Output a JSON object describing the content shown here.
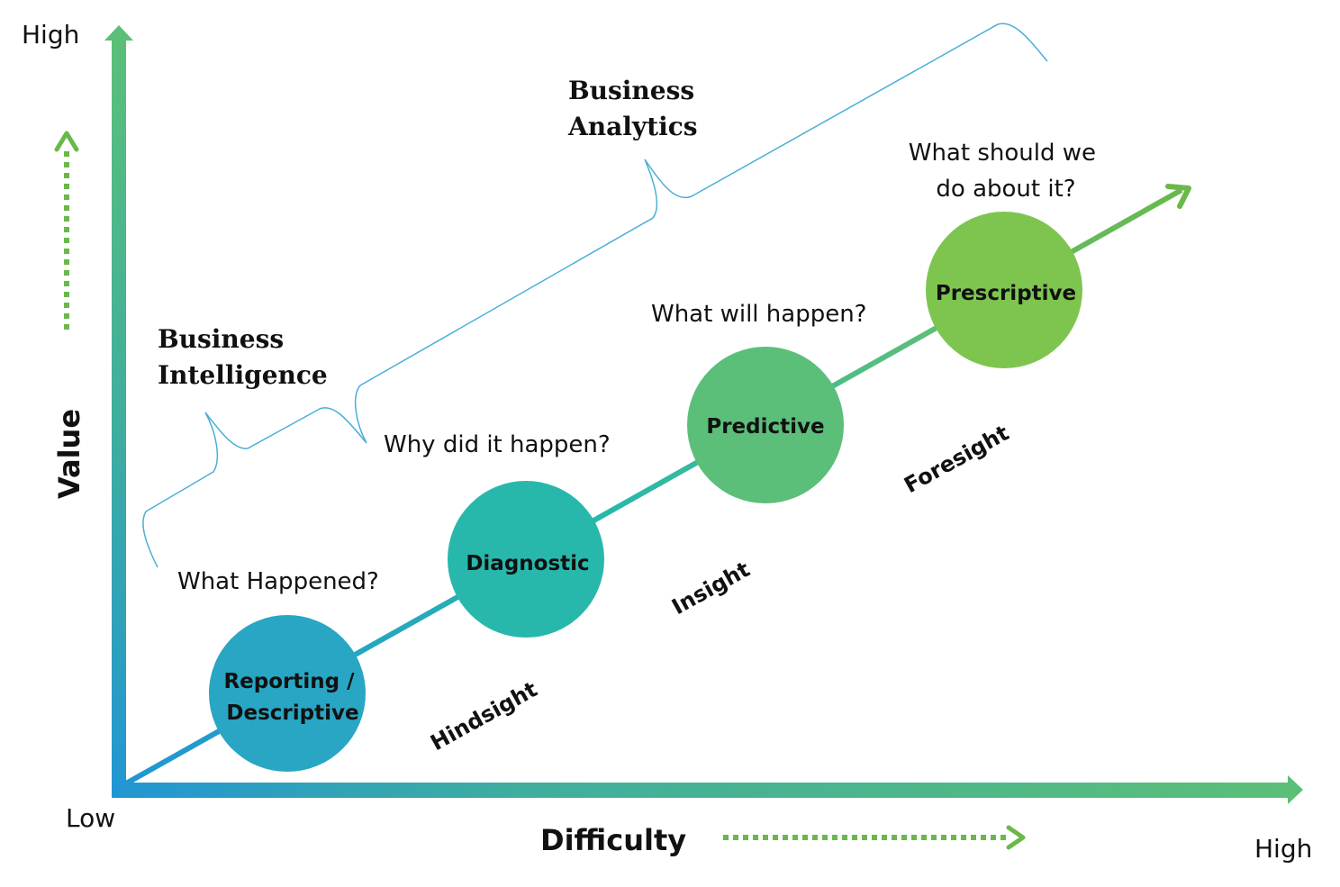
{
  "axes": {
    "y_axis_label": "Value",
    "x_axis_label": "Difficulty",
    "y_high_label": "High",
    "x_high_label": "High",
    "origin_label": "Low"
  },
  "groups": {
    "business_intelligence": [
      "Business",
      "Intelligence"
    ],
    "business_analytics": [
      "Business",
      "Analytics"
    ]
  },
  "stages": [
    {
      "name_lines": [
        "Reporting /",
        "Descriptive"
      ],
      "question_lines": [
        "What Happened?"
      ],
      "color": "#28a6c4"
    },
    {
      "name_lines": [
        "Diagnostic"
      ],
      "question_lines": [
        "Why did it happen?"
      ],
      "color": "#27b8ab"
    },
    {
      "name_lines": [
        "Predictive"
      ],
      "question_lines": [
        "What will happen?"
      ],
      "color": "#5bbf7a"
    },
    {
      "name_lines": [
        "Prescriptive"
      ],
      "question_lines": [
        "What should we",
        "do about it?"
      ],
      "color": "#7ec550"
    }
  ],
  "phases": [
    "Hindsight",
    "Insight",
    "Foresight"
  ],
  "colors": {
    "axis_start": "#2196d3",
    "axis_mid": "#3fae9e",
    "axis_end": "#5bbf78",
    "dotted_arrow": "#6ab84a",
    "brace": "#4aaed6",
    "text": "#111111"
  }
}
